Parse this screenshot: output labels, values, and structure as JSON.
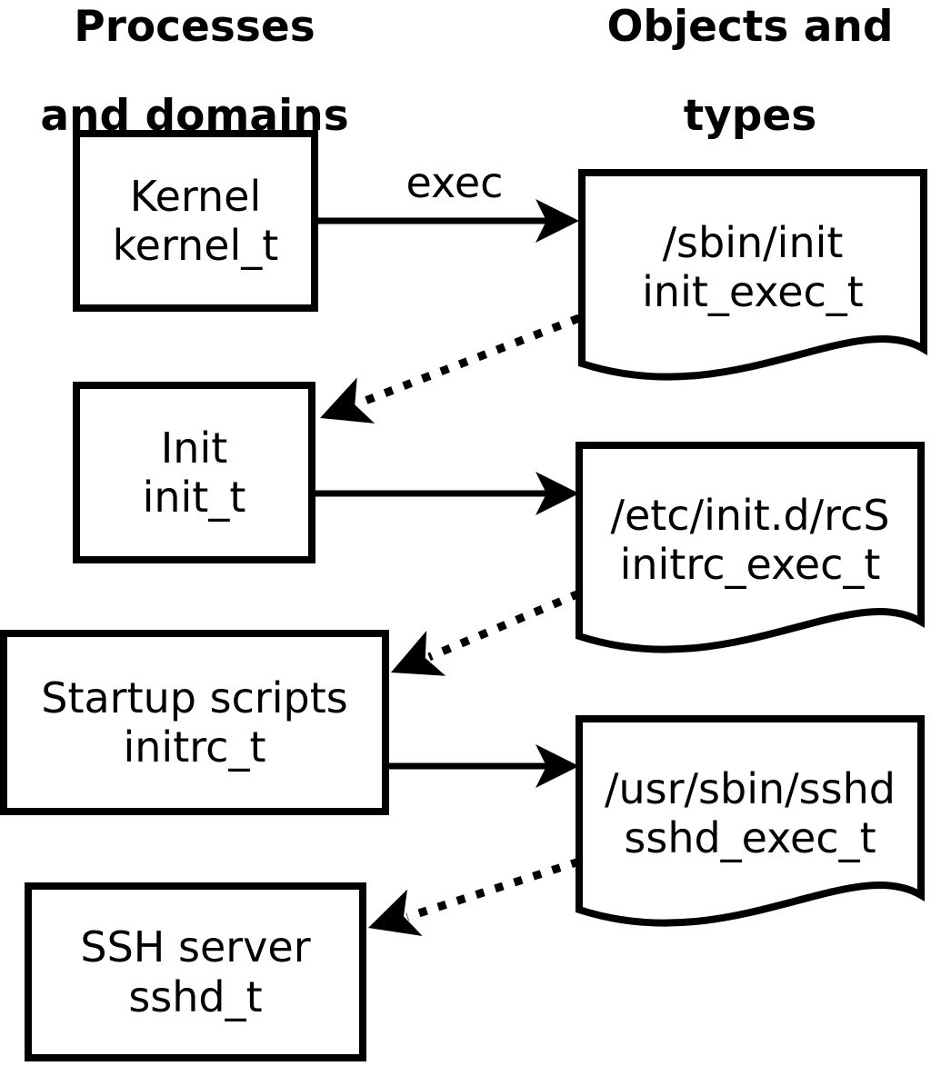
{
  "diagram": {
    "title_left_column": {
      "line1": "Processes",
      "line2": "and domains"
    },
    "title_right_column": {
      "line1": "Objects and",
      "line2": "types"
    },
    "processes": [
      {
        "name": "Kernel",
        "domain": "kernel_t"
      },
      {
        "name": "Init",
        "domain": "init_t"
      },
      {
        "name": "Startup scripts",
        "domain": "initrc_t"
      },
      {
        "name": "SSH server",
        "domain": "sshd_t"
      }
    ],
    "objects": [
      {
        "path": "/sbin/init",
        "type": "init_exec_t"
      },
      {
        "path": "/etc/init.d/rcS",
        "type": "initrc_exec_t"
      },
      {
        "path": "/usr/sbin/sshd",
        "type": "sshd_exec_t"
      }
    ],
    "edges": {
      "exec_label": "exec"
    },
    "colors": {
      "line": "#000000",
      "background": "#ffffff"
    }
  }
}
